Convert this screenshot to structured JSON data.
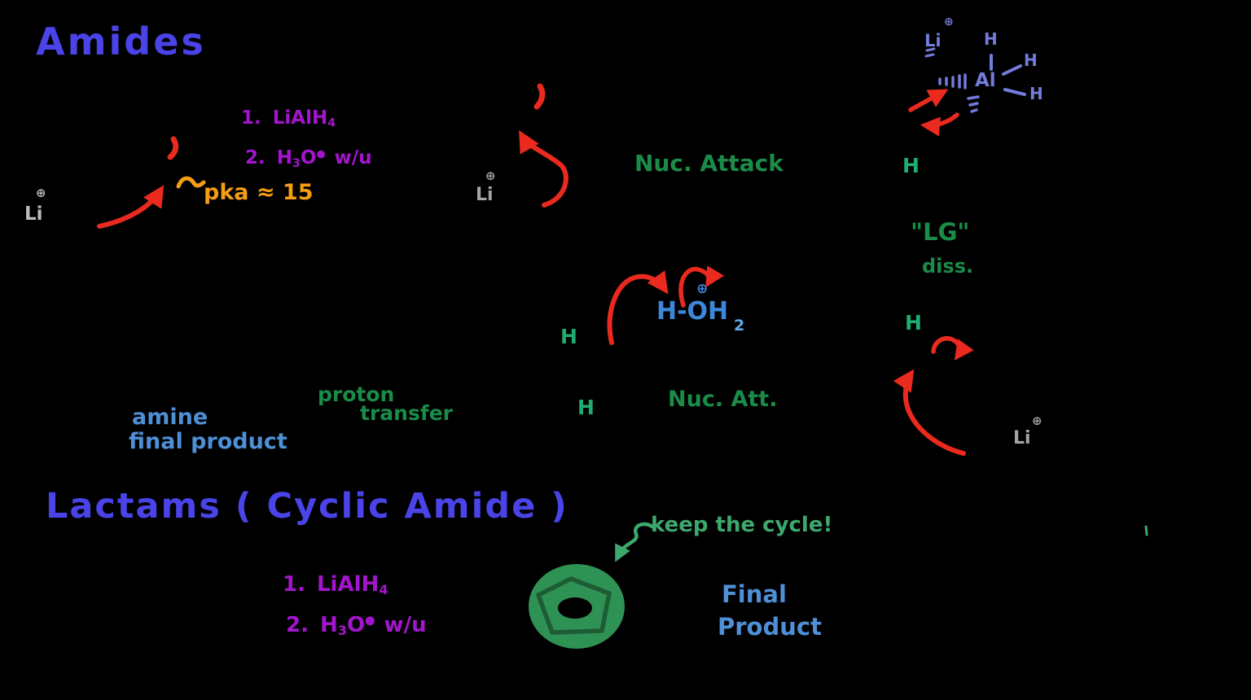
{
  "canvas": {
    "background": "#000000"
  },
  "colors": {
    "title_blue": "#4a43e8",
    "reagent_magenta": "#a315cd",
    "pka_orange": "#f59d13",
    "lithium_gray": "#bdbdbd",
    "label_green": "#1a8c48",
    "light_green": "#3da86d",
    "hydrogen_green": "#1fad6f",
    "alh4_periwinkle": "#737bdc",
    "hydronium_blue": "#3d86da",
    "product_blue": "#4e8fd6",
    "arrow_red": "#ea2a1e",
    "ring_fill_green": "#2e9255",
    "ring_stroke_green": "#1d5c35"
  },
  "amides": {
    "title": "Amides",
    "reagents": {
      "step1_num": "1.",
      "step1_formula": "LiAlH",
      "step1_sub": "4",
      "step2_num": "2.",
      "step2_h": "H",
      "step2_h_sub": "3",
      "step2_o": "O",
      "step2_charge": "●",
      "step2_workup": "w/u"
    },
    "pka_note": "pka ≈ 15",
    "nuc_attack_label": "Nuc. Attack"
  },
  "li_cation": {
    "symbol": "Li",
    "charge": "⊕"
  },
  "alh4_complex": {
    "li": "Li",
    "li_charge": "⊕",
    "al": "Al",
    "h_top": "H",
    "h_upper_right": "H",
    "h_lower_right": "H"
  },
  "mechanism": {
    "hydride_h": "H",
    "lg_label": "\"LG\"",
    "diss_label": "diss.",
    "hydronium": {
      "main": "H-OH",
      "sub": "2",
      "charge": "⊕"
    },
    "nuc_att_label": "Nuc. Att.",
    "proton_label": "proton",
    "transfer_label": "transfer",
    "amine_label": "amine",
    "final_product_label": "final product"
  },
  "lactams": {
    "title": "Lactams ( Cyclic Amide )",
    "keep_cycle_label": "keep the cycle!",
    "final_label": "Final",
    "product_label": "Product",
    "reagents": {
      "step1_num": "1.",
      "step1_formula": "LiAlH",
      "step1_sub": "4",
      "step2_num": "2.",
      "step2_h": "H",
      "step2_h_sub": "3",
      "step2_o": "O",
      "step2_charge": "●",
      "step2_workup": "w/u"
    }
  }
}
